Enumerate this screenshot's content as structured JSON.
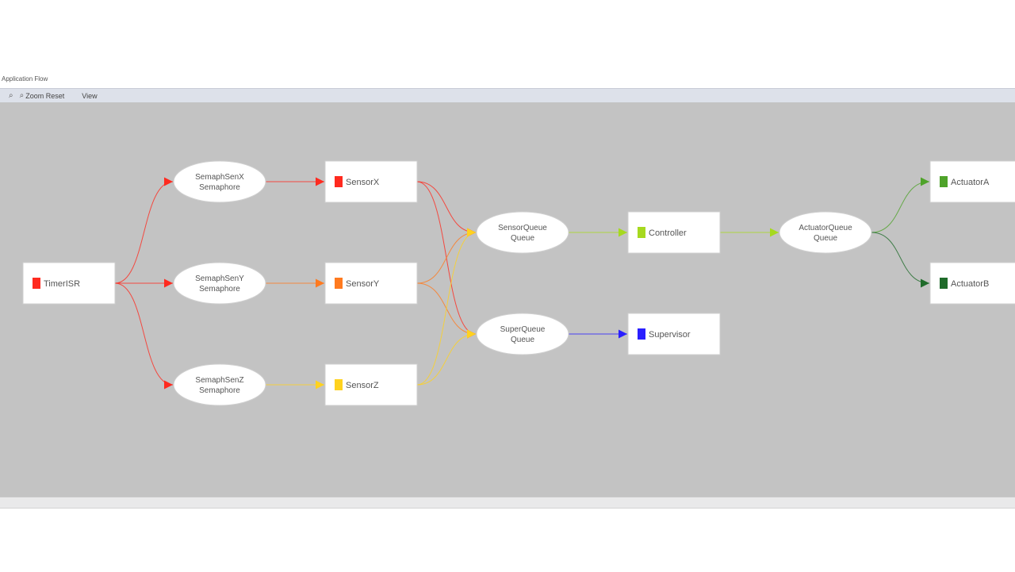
{
  "window": {
    "title": "Application Flow"
  },
  "toolbar": {
    "zoom_label": "Zoom Reset",
    "view_label": "View"
  },
  "graph": {
    "nodes": [
      {
        "id": "timer",
        "shape": "task",
        "label": "TimerISR",
        "color": "#ff2a1f"
      },
      {
        "id": "semx",
        "shape": "sem",
        "line1": "SemaphSenX",
        "line2": "Semaphore"
      },
      {
        "id": "semy",
        "shape": "sem",
        "line1": "SemaphSenY",
        "line2": "Semaphore"
      },
      {
        "id": "semz",
        "shape": "sem",
        "line1": "SemaphSenZ",
        "line2": "Semaphore"
      },
      {
        "id": "sensx",
        "shape": "task",
        "label": "SensorX",
        "color": "#ff2a1f"
      },
      {
        "id": "sensy",
        "shape": "task",
        "label": "SensorY",
        "color": "#ff7a1f"
      },
      {
        "id": "sensz",
        "shape": "task",
        "label": "SensorZ",
        "color": "#ffd21f"
      },
      {
        "id": "sq",
        "shape": "sem",
        "line1": "SensorQueue",
        "line2": "Queue"
      },
      {
        "id": "supq",
        "shape": "sem",
        "line1": "SuperQueue",
        "line2": "Queue"
      },
      {
        "id": "ctrl",
        "shape": "task",
        "label": "Controller",
        "color": "#a6d91f"
      },
      {
        "id": "sup",
        "shape": "task",
        "label": "Supervisor",
        "color": "#2a1fff"
      },
      {
        "id": "aq",
        "shape": "sem",
        "line1": "ActuatorQueue",
        "line2": "Queue"
      },
      {
        "id": "acta",
        "shape": "task",
        "label": "ActuatorA",
        "color": "#4fa32a"
      },
      {
        "id": "actb",
        "shape": "task",
        "label": "ActuatorB",
        "color": "#1f6b2a"
      }
    ],
    "edges": [
      {
        "from": "timer",
        "to": "semx",
        "color": "#ff2a1f"
      },
      {
        "from": "timer",
        "to": "semy",
        "color": "#ff2a1f"
      },
      {
        "from": "timer",
        "to": "semz",
        "color": "#ff2a1f"
      },
      {
        "from": "semx",
        "to": "sensx",
        "color": "#ff2a1f"
      },
      {
        "from": "semy",
        "to": "sensy",
        "color": "#ff7a1f"
      },
      {
        "from": "semz",
        "to": "sensz",
        "color": "#ffd21f"
      },
      {
        "from": "sensx",
        "to": "sq",
        "color": "#ff2a1f"
      },
      {
        "from": "sensx",
        "to": "supq",
        "color": "#ff2a1f"
      },
      {
        "from": "sensy",
        "to": "sq",
        "color": "#ff7a1f"
      },
      {
        "from": "sensy",
        "to": "supq",
        "color": "#ff7a1f"
      },
      {
        "from": "sensz",
        "to": "sq",
        "color": "#ffd21f"
      },
      {
        "from": "sensz",
        "to": "supq",
        "color": "#ffd21f"
      },
      {
        "from": "sq",
        "to": "ctrl",
        "color": "#a6d91f"
      },
      {
        "from": "supq",
        "to": "sup",
        "color": "#2a1fff"
      },
      {
        "from": "ctrl",
        "to": "aq",
        "color": "#a6d91f"
      },
      {
        "from": "aq",
        "to": "acta",
        "color": "#4fa32a"
      },
      {
        "from": "aq",
        "to": "actb",
        "color": "#1f6b2a"
      }
    ]
  }
}
